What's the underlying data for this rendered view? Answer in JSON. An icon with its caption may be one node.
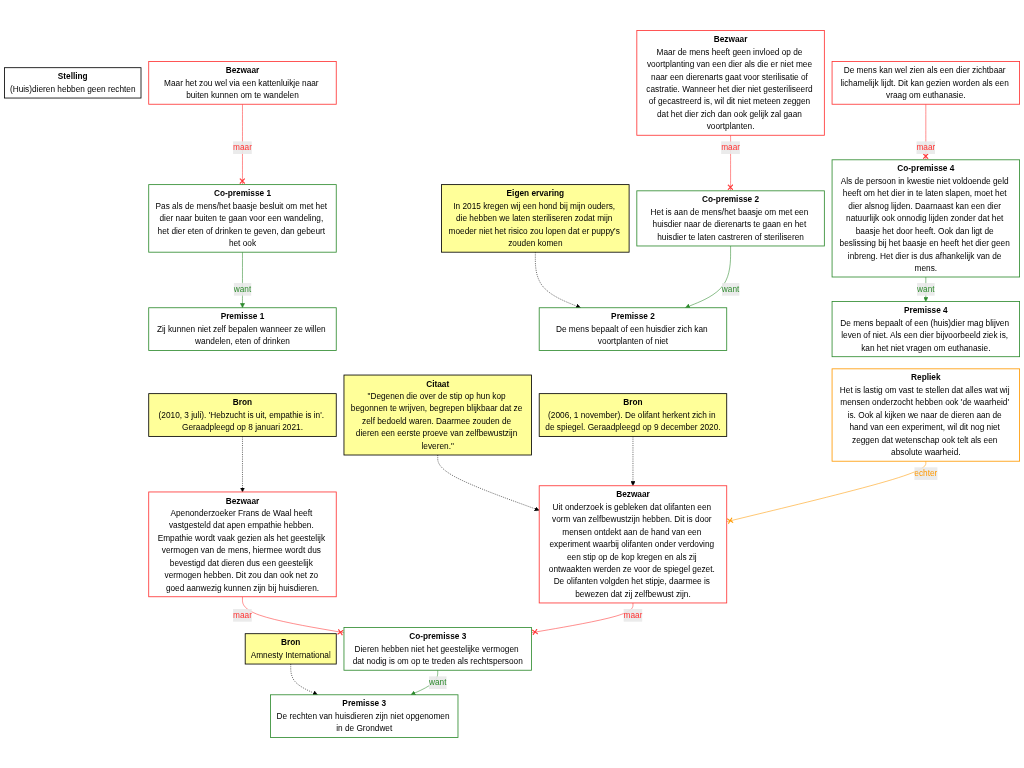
{
  "diagram": {
    "nodes": [
      {
        "text": [
          "Stelling",
          "(Huis)dieren hebben geen rechten"
        ]
      },
      {
        "text": [
          "Premisse 1",
          "Zij kunnen niet zelf bepalen wanneer ze willen wandelen, eten of drinken"
        ]
      },
      {
        "text": [
          "Co-premisse 1",
          "Pas als de mens/het baasje besluit om met het dier naar buiten te gaan voor een wandeling, het dier eten of drinken te geven, dan gebeurt het ook"
        ]
      },
      {
        "text": [
          "Bezwaar",
          "Maar het zou wel via een kattenluikje naar buiten kunnen om te wandelen"
        ]
      },
      {
        "text": [
          "Eigen ervaring",
          "In 2015 kregen wij een hond bij mijn ouders, die hebben we laten steriliseren zodat mijn moeder niet het risico zou lopen dat er puppy's zouden komen"
        ]
      },
      {
        "text": [
          "Premisse 2",
          "De mens bepaalt of een huisdier zich kan voortplanten of niet"
        ]
      },
      {
        "text": [
          "Co-premisse 2",
          "Het is aan de mens/het baasje om met een huisdier naar de dierenarts te gaan en het huisdier te laten castreren of steriliseren"
        ]
      },
      {
        "text": [
          "Bezwaar",
          "Maar de mens heeft geen invloed op de voortplanting van een dier als die er niet mee naar een dierenarts gaat voor sterilisatie of castratie. Wanneer het dier niet gesteriliseerd of gecastreerd is, wil dit niet meteen zeggen dat het dier zich dan ook gelijk zal gaan voortplanten."
        ]
      },
      {
        "text": [
          "Bron",
          "(2010, 3 juli). 'Hebzucht is uit, empathie is in'. Geraadpleegd op 8 januari 2021."
        ]
      },
      {
        "text": [
          "Premisse 3",
          "De rechten van huisdieren zijn niet opgenomen in de Grondwet"
        ]
      },
      {
        "text": [
          "Bron",
          "Amnesty International"
        ]
      },
      {
        "text": [
          "Co-premisse 3",
          "Dieren hebben niet het geestelijke vermogen dat nodig is om op te treden als rechtspersoon"
        ]
      },
      {
        "text": [
          "Bezwaar",
          "Apenonderzoeker Frans de Waal heeft vastgesteld dat apen empathie hebben. Empathie wordt vaak gezien als het geestelijk vermogen van de mens, hiermee wordt dus bevestigd dat dieren dus een geestelijk vermogen hebben. Dit zou dan ook net zo goed aanwezig kunnen zijn bij huisdieren."
        ]
      },
      {
        "text": [
          "Bezwaar",
          "Uit onderzoek is gebleken dat olifanten een vorm van zelfbewustzijn hebben. Dit is door mensen ontdekt aan de hand van een experiment waarbij olifanten onder verdoving een stip op de kop kregen en als zij ontwaakten werden ze voor de spiegel gezet. De olifanten volgden het stipje, daarmee is bewezen dat zij zelfbewust zijn."
        ]
      },
      {
        "text": [
          "Citaat",
          "\"Degenen die over de stip op hun kop begonnen te wrijven, begrepen blijkbaar dat ze zelf bedoeld waren. Daarmee zouden de dieren een eerste proeve van zelfbewustzijn leveren.\""
        ]
      },
      {
        "text": [
          "Bron",
          "(2006, 1 november). De olifant herkent zich in de spiegel. Geraadpleegd op 9 december 2020."
        ]
      },
      {
        "text": [
          "Repliek",
          "Het is lastig om vast te stellen dat alles wat wij mensen onderzocht hebben ook 'de waarheid' is. Ook al kijken we naar de dieren aan de hand van een experiment, wil dit nog niet zeggen dat wetenschap ook telt als een absolute waarheid."
        ]
      },
      {
        "text": [
          "Premisse 4",
          "De mens bepaalt of een (huis)dier mag blijven leven of niet. Als een dier bijvoorbeeld ziek is, kan het niet vragen om euthanasie."
        ]
      },
      {
        "text": [
          "Co-premisse 4",
          "Als de persoon in kwestie niet voldoende geld heeft om het dier in te laten slapen, moet het dier alsnog lijden. Daarnaast kan een dier natuurlijk ook onnodig lijden zonder dat het baasje het door heeft. Ook dan ligt de beslissing bij het baasje en heeft het dier geen inbreng. Het dier is dus afhankelijk van de mens."
        ]
      },
      {
        "text": [
          "De mens kan wel zien als een dier zichtbaar lichamelijk lijdt. Dit kan gezien worden als een vraag om euthanasie."
        ]
      }
    ],
    "edges": [
      {
        "from": 2,
        "to": 1,
        "arrow": "to",
        "label": "want",
        "color": "#2e8b2e"
      },
      {
        "from": 3,
        "to": 2,
        "arrow": "other",
        "label": "maar",
        "color": "#ff3333"
      },
      {
        "from": 4,
        "to": 5,
        "arrow": "to",
        "style": "dashed",
        "color": "#000000"
      },
      {
        "from": 6,
        "to": 5,
        "arrow": "to",
        "label": "want",
        "color": "#2e8b2e"
      },
      {
        "from": 7,
        "to": 6,
        "arrow": "other",
        "label": "maar",
        "color": "#ff3333"
      },
      {
        "from": 8,
        "to": 12,
        "arrow": "to",
        "style": "dashed",
        "color": "#000000"
      },
      {
        "from": 10,
        "to": 9,
        "arrow": "to",
        "style": "dashed",
        "color": "#000000"
      },
      {
        "from": 11,
        "to": 9,
        "arrow": "to",
        "label": "want",
        "color": "#2e8b2e"
      },
      {
        "from": 12,
        "to": 11,
        "arrow": "other",
        "label": "maar",
        "color": "#ff3333"
      },
      {
        "from": 13,
        "to": 11,
        "arrow": "other",
        "label": "maar",
        "color": "#ff3333"
      },
      {
        "from": 14,
        "to": 13,
        "arrow": "to",
        "style": "dashed",
        "color": "#000000"
      },
      {
        "from": 15,
        "to": 13,
        "arrow": "to",
        "style": "dashed",
        "color": "#000000"
      },
      {
        "from": 16,
        "to": 13,
        "arrow": "other",
        "label": "echter",
        "color": "#ff9900"
      },
      {
        "from": 18,
        "to": 17,
        "arrow": "to",
        "label": "want",
        "color": "#2e8b2e"
      },
      {
        "from": 19,
        "to": 18,
        "arrow": "other",
        "label": "maar",
        "color": "#ff3333"
      }
    ]
  }
}
